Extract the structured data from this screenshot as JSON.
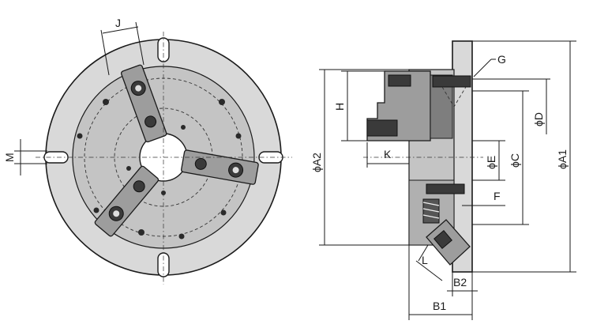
{
  "labels": {
    "J": "J",
    "M": "M",
    "G": "G",
    "H": "H",
    "K": "K",
    "A2": "ϕA2",
    "E": "ϕE",
    "C": "ϕC",
    "D": "ϕD",
    "A1": "ϕA1",
    "F": "F",
    "L": "L",
    "B2": "B2",
    "B1": "B1"
  },
  "colors": {
    "body": "#d9d9d9",
    "face": "#c4c4c4",
    "jaw": "#9d9d9d",
    "line": "#1a1a1a"
  }
}
